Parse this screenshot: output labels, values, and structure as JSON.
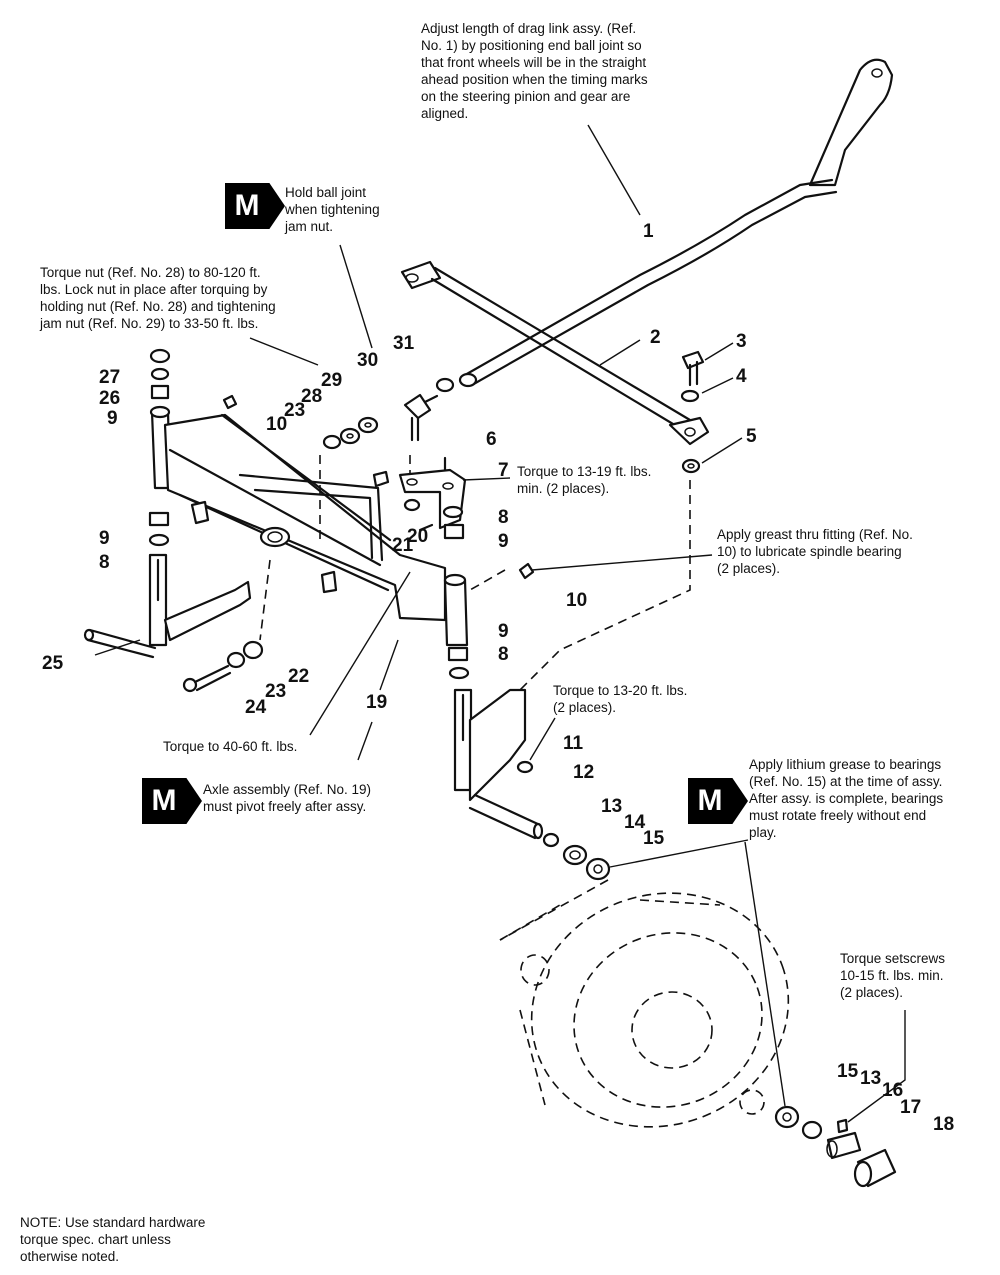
{
  "notes": {
    "drag_link": "Adjust length of drag link assy. (Ref.\nNo. 1) by positioning end ball joint so\nthat front wheels will be in the straight\nahead position when the timing marks\non the steering pinion and gear are\naligned.",
    "hold_ball_joint": "Hold ball joint\nwhen tightening\njam nut.",
    "torque_nut_28": "Torque nut (Ref. No. 28) to 80-120 ft.\nlbs. Lock nut in place after torquing by\nholding nut (Ref. No. 28) and tightening\njam nut (Ref. No. 29) to 33-50 ft. lbs.",
    "torque_13_19": "Torque to 13-19 ft. lbs.\nmin. (2 places).",
    "apply_grease": "Apply greast thru fitting (Ref. No.\n10) to lubricate spindle bearing\n(2 places).",
    "torque_13_20": "Torque to 13-20 ft. lbs.\n(2 places).",
    "torque_40_60": "Torque to 40-60 ft. lbs.",
    "axle_pivot": "Axle assembly (Ref. No. 19)\nmust pivot freely after assy.",
    "lithium": "Apply lithium grease to bearings\n(Ref. No. 15) at the time of assy.\nAfter assy. is complete, bearings\nmust rotate freely without end\nplay.",
    "setscrews": "Torque setscrews\n10-15 ft. lbs. min.\n(2 places).",
    "footer": "NOTE: Use standard hardware\ntorque spec. chart unless\notherwise noted."
  },
  "badge_letter": "M",
  "refs": {
    "r1": "1",
    "r2": "2",
    "r3": "3",
    "r4": "4",
    "r5": "5",
    "r6": "6",
    "r7": "7",
    "r8a": "8",
    "r8b": "8",
    "r8c": "8",
    "r9a": "9",
    "r9b": "9",
    "r9c": "9",
    "r9d": "9",
    "r10a": "10",
    "r10b": "10",
    "r11": "11",
    "r12": "12",
    "r13a": "13",
    "r13b": "13",
    "r14": "14",
    "r15a": "15",
    "r15b": "15",
    "r16": "16",
    "r17": "17",
    "r18": "18",
    "r19": "19",
    "r20": "20",
    "r21": "21",
    "r22": "22",
    "r23a": "23",
    "r23b": "23",
    "r24": "24",
    "r25": "25",
    "r26": "26",
    "r27": "27",
    "r28": "28",
    "r29": "29",
    "r30": "30",
    "r31": "31"
  }
}
